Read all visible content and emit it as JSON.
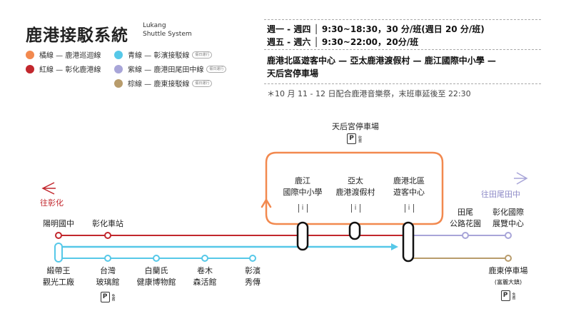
{
  "header": {
    "title_zh": "鹿港接駁系統",
    "title_en_line1": "Lukang",
    "title_en_line2": "Shuttle System"
  },
  "legend": [
    {
      "label": "橘線 — 鹿港巡迴線",
      "color": "#f2894f",
      "badge": ""
    },
    {
      "label": "紅線 — 彰化鹿港線",
      "color": "#c2272d",
      "badge": ""
    },
    {
      "label": "青線 — 彰濱接駁線",
      "color": "#56c8e8",
      "badge": "假日運行"
    },
    {
      "label": "紫線 — 鹿港田尾田中線",
      "color": "#a8a5d8",
      "badge": "假日運行"
    },
    {
      "label": "棕線 — 鹿東接駁線",
      "color": "#b89c6c",
      "badge": "假日運行"
    }
  ],
  "schedule": {
    "line1": "週一 - 週四 │ 9:30~18:30，30 分/班(週日 20 分/班)",
    "line2": "週五 - 週六 │ 9:30~22:00，20分/班"
  },
  "route": {
    "line1": "鹿港北區遊客中心 — 亞太鹿港渡假村 — 鹿江國際中小學 —",
    "line2": "天后宮停車場"
  },
  "note": "＊10 月 11 - 12 日配合鹿港音樂祭，末班車延後至 22:30",
  "map": {
    "dir_left": "往彰化",
    "dir_right": "往田尾田中",
    "arrow_left": "←",
    "arrow_right": "→",
    "p_symbol": "P",
    "p_free": "免費",
    "p_paid": "收費",
    "info_symbol": "i",
    "stops": {
      "tianhou": "天后宮停車場",
      "lujiang_1": "鹿江",
      "lujiang_2": "國際中小學",
      "yatai_1": "亞太",
      "yatai_2": "鹿港渡假村",
      "north_1": "鹿港北區",
      "north_2": "遊客中心",
      "yangming": "陽明國中",
      "changhua_station": "彰化車站",
      "tianwei_1": "田尾",
      "tianwei_2": "公路花園",
      "expo_1": "彰化國際",
      "expo_2": "展覽中心",
      "duandai_1": "緞帶王",
      "duandai_2": "觀光工廠",
      "taiwan_1": "台灣",
      "taiwan_2": "玻璃館",
      "bailan_1": "白蘭氏",
      "bailan_2": "健康博物館",
      "juanmu_1": "卷木",
      "juanmu_2": "森活館",
      "zhangbin_1": "彰濱",
      "zhangbin_2": "秀傳",
      "ludong_1": "鹿東停車場",
      "ludong_2": "(富麗大鎮)"
    }
  }
}
